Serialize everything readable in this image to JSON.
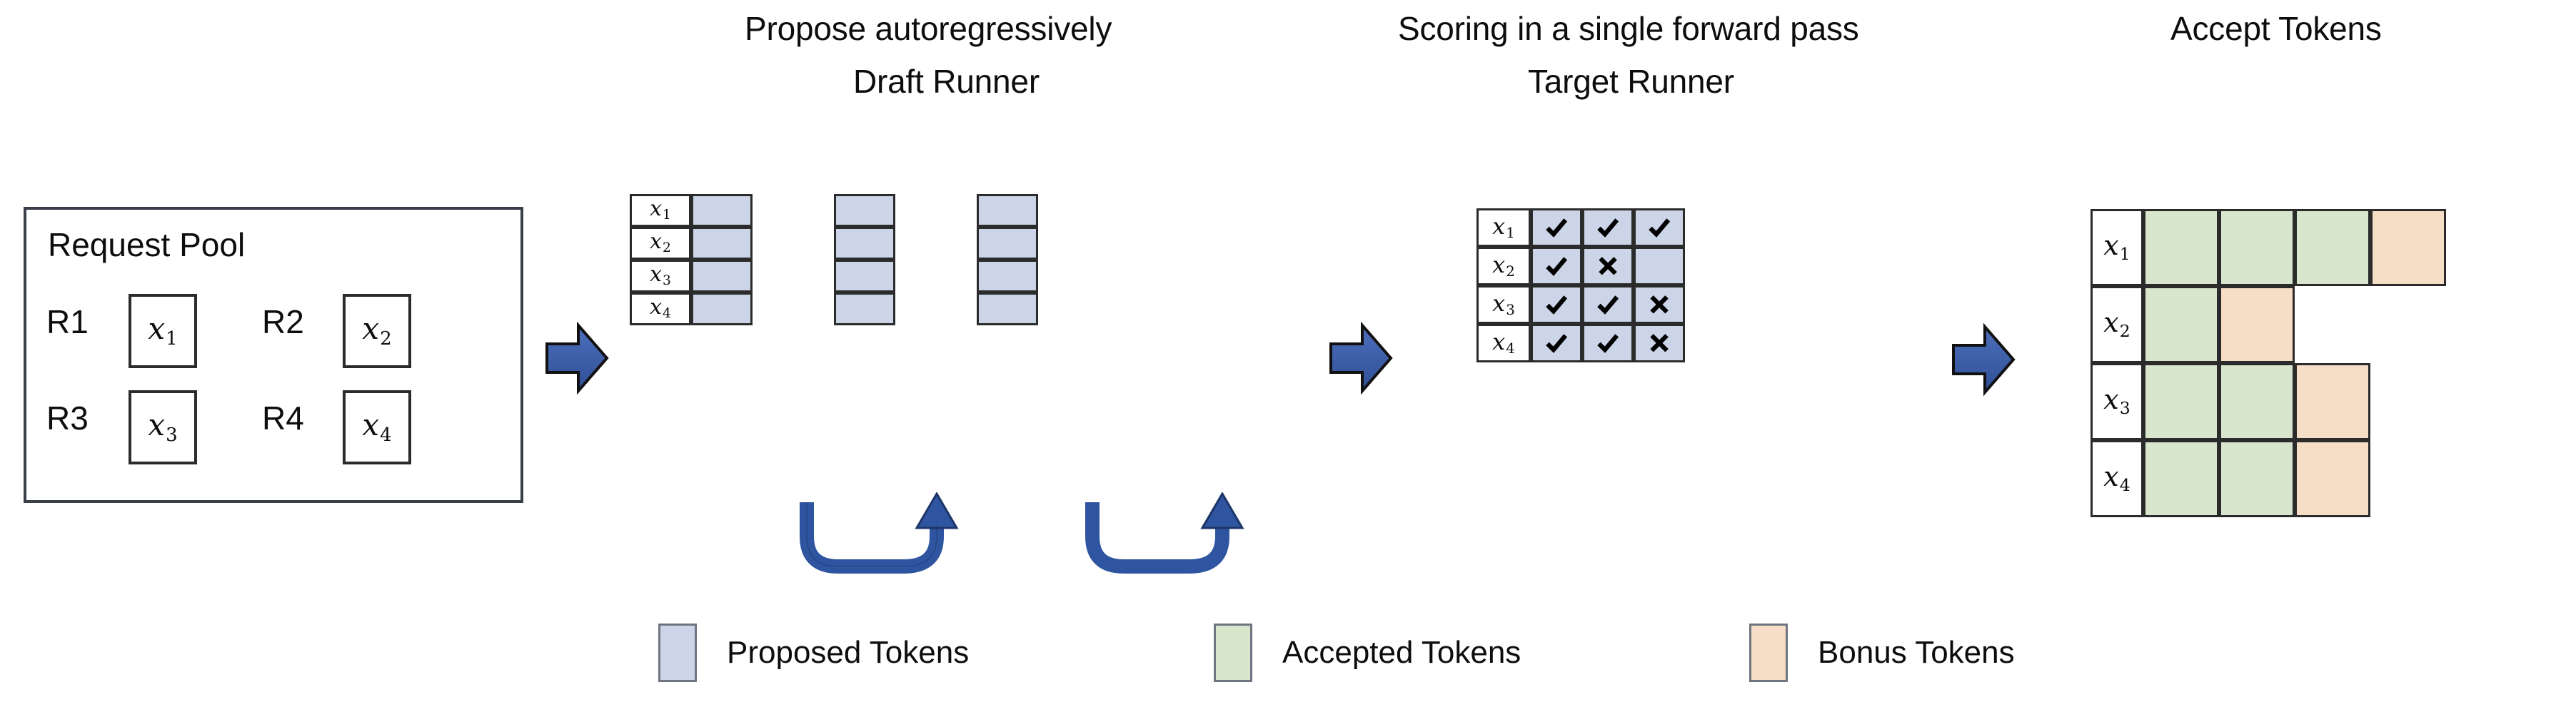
{
  "headings": {
    "propose": "Propose autoregressively",
    "draft_runner": "Draft Runner",
    "scoring": "Scoring in a single forward pass",
    "target_runner": "Target Runner",
    "accept_tokens": "Accept Tokens"
  },
  "request_pool": {
    "title": "Request Pool",
    "requests": [
      {
        "label": "R1",
        "token": "x",
        "sub": "1"
      },
      {
        "label": "R2",
        "token": "x",
        "sub": "2"
      },
      {
        "label": "R3",
        "token": "x",
        "sub": "3"
      },
      {
        "label": "R4",
        "token": "x",
        "sub": "4"
      }
    ]
  },
  "row_labels": [
    {
      "token": "x",
      "sub": "1"
    },
    {
      "token": "x",
      "sub": "2"
    },
    {
      "token": "x",
      "sub": "3"
    },
    {
      "token": "x",
      "sub": "4"
    }
  ],
  "draft_runner": {
    "steps": 3,
    "rows": 4,
    "cell_state": "proposed",
    "grid": [
      [
        "proposed",
        "proposed",
        "proposed"
      ],
      [
        "proposed",
        "proposed",
        "proposed"
      ],
      [
        "proposed",
        "proposed",
        "proposed"
      ],
      [
        "proposed",
        "proposed",
        "proposed"
      ]
    ],
    "loop_arrows": 2
  },
  "target_runner": {
    "columns": 3,
    "rows": 4,
    "grid": [
      [
        "check",
        "check",
        "check"
      ],
      [
        "check",
        "cross",
        "none"
      ],
      [
        "check",
        "check",
        "cross"
      ],
      [
        "check",
        "check",
        "cross"
      ]
    ]
  },
  "accept_tokens": {
    "rows": 4,
    "grid": [
      [
        "accepted",
        "accepted",
        "accepted",
        "bonus"
      ],
      [
        "accepted",
        "bonus"
      ],
      [
        "accepted",
        "accepted",
        "bonus"
      ],
      [
        "accepted",
        "accepted",
        "bonus"
      ]
    ]
  },
  "legend": [
    {
      "name": "proposed",
      "label": "Proposed Tokens",
      "color": "#ccd5e8"
    },
    {
      "name": "accepted",
      "label": "Accepted Tokens",
      "color": "#d8e6cd"
    },
    {
      "name": "bonus",
      "label": "Bonus Tokens",
      "color": "#f6ddc5"
    }
  ],
  "colors": {
    "proposed": "#ccd5e8",
    "accepted": "#d8e6cd",
    "bonus": "#f6ddc5",
    "arrow_blue": "#3a5ba8",
    "outline": "#2b2b2b",
    "background": "#ffffff"
  }
}
